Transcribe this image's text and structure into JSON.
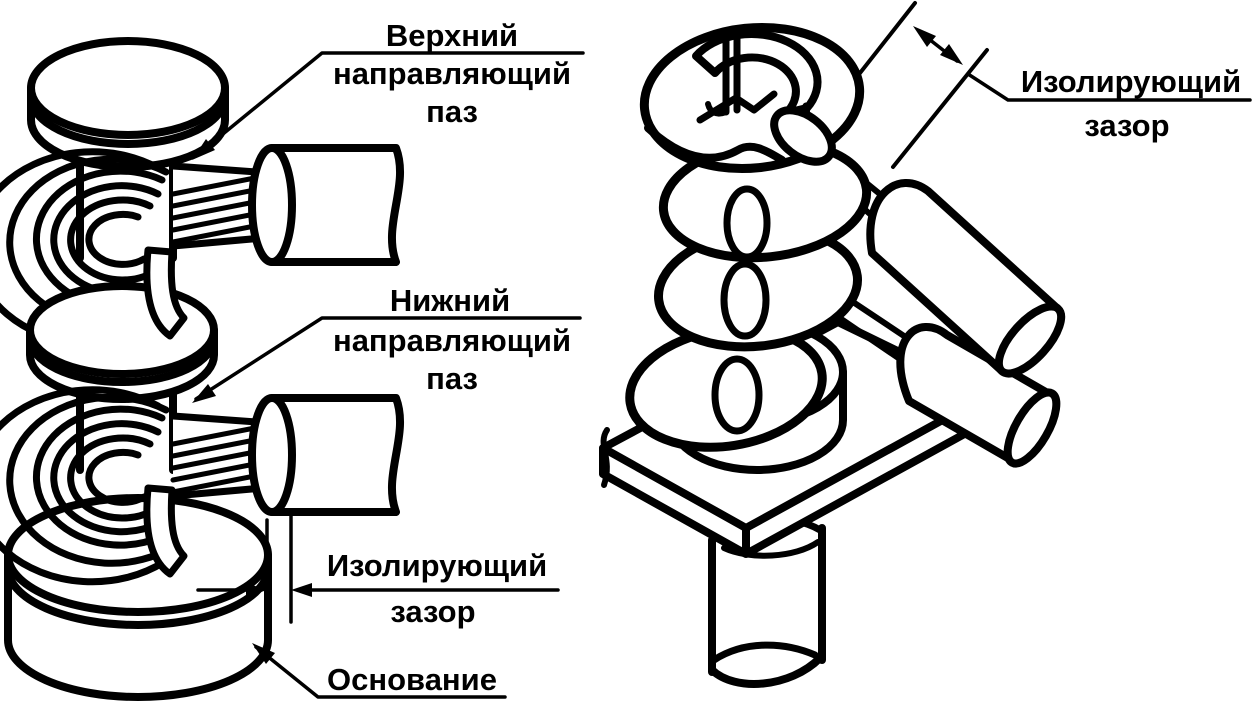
{
  "figure": {
    "background": "#ffffff",
    "line_color": "#000000",
    "views": {
      "left": {
        "name": "insulator-with-guide-grooves",
        "labels": {
          "upper_groove": {
            "lines": [
              "Верхний",
              "направляющий",
              "паз"
            ]
          },
          "lower_groove": {
            "lines": [
              "Нижний",
              "направляющий",
              "паз"
            ]
          },
          "insulating_gap": {
            "lines": [
              "Изолирующий",
              "зазор"
            ]
          },
          "base": {
            "lines": [
              "Основание"
            ]
          }
        }
      },
      "right": {
        "name": "insulator-with-wire-coil",
        "labels": {
          "insulating_gap": {
            "lines": [
              "Изолирующий",
              "зазор"
            ]
          }
        }
      }
    }
  }
}
